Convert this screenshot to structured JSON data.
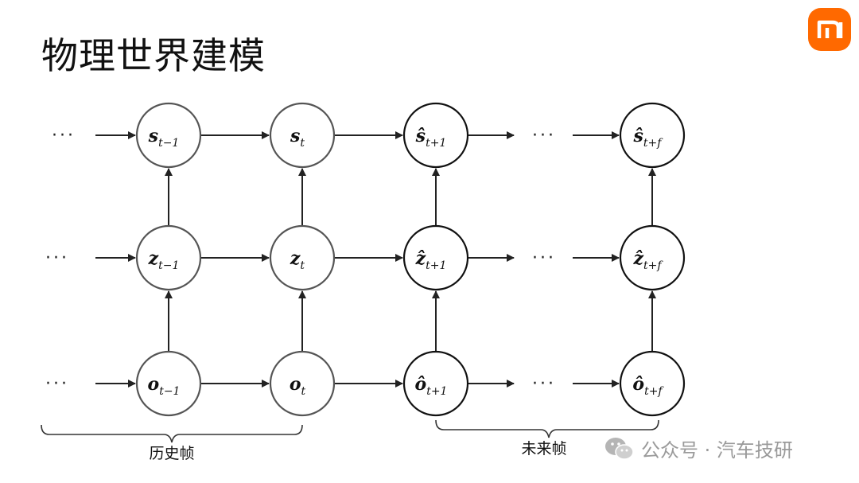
{
  "slide": {
    "title": "物理世界建模",
    "brand_logo": "mi-logo",
    "brand_color": "#ff6900"
  },
  "diagram": {
    "rows": [
      {
        "variable": "s",
        "nodes": [
          {
            "base": "s",
            "sub": "t−1",
            "hat": false,
            "future": false
          },
          {
            "base": "s",
            "sub": "t",
            "hat": false,
            "future": false
          },
          {
            "base": "s",
            "sub": "t+1",
            "hat": true,
            "future": true
          },
          {
            "base": "s",
            "sub": "t+f",
            "hat": true,
            "future": true
          }
        ]
      },
      {
        "variable": "z",
        "nodes": [
          {
            "base": "z",
            "sub": "t−1",
            "hat": false,
            "future": false
          },
          {
            "base": "z",
            "sub": "t",
            "hat": false,
            "future": false
          },
          {
            "base": "z",
            "sub": "t+1",
            "hat": true,
            "future": true
          },
          {
            "base": "z",
            "sub": "t+f",
            "hat": true,
            "future": true
          }
        ]
      },
      {
        "variable": "o",
        "nodes": [
          {
            "base": "o",
            "sub": "t−1",
            "hat": false,
            "future": false
          },
          {
            "base": "o",
            "sub": "t",
            "hat": false,
            "future": false
          },
          {
            "base": "o",
            "sub": "t+1",
            "hat": true,
            "future": true
          },
          {
            "base": "o",
            "sub": "t+f",
            "hat": true,
            "future": true
          }
        ]
      }
    ],
    "ellipsis": "···",
    "history_label": "历史帧",
    "future_label": "未来帧",
    "history_color": "#555555",
    "future_color": "#111111"
  },
  "watermark": {
    "icon": "wechat-icon",
    "text": "公众号 · 汽车技研"
  }
}
